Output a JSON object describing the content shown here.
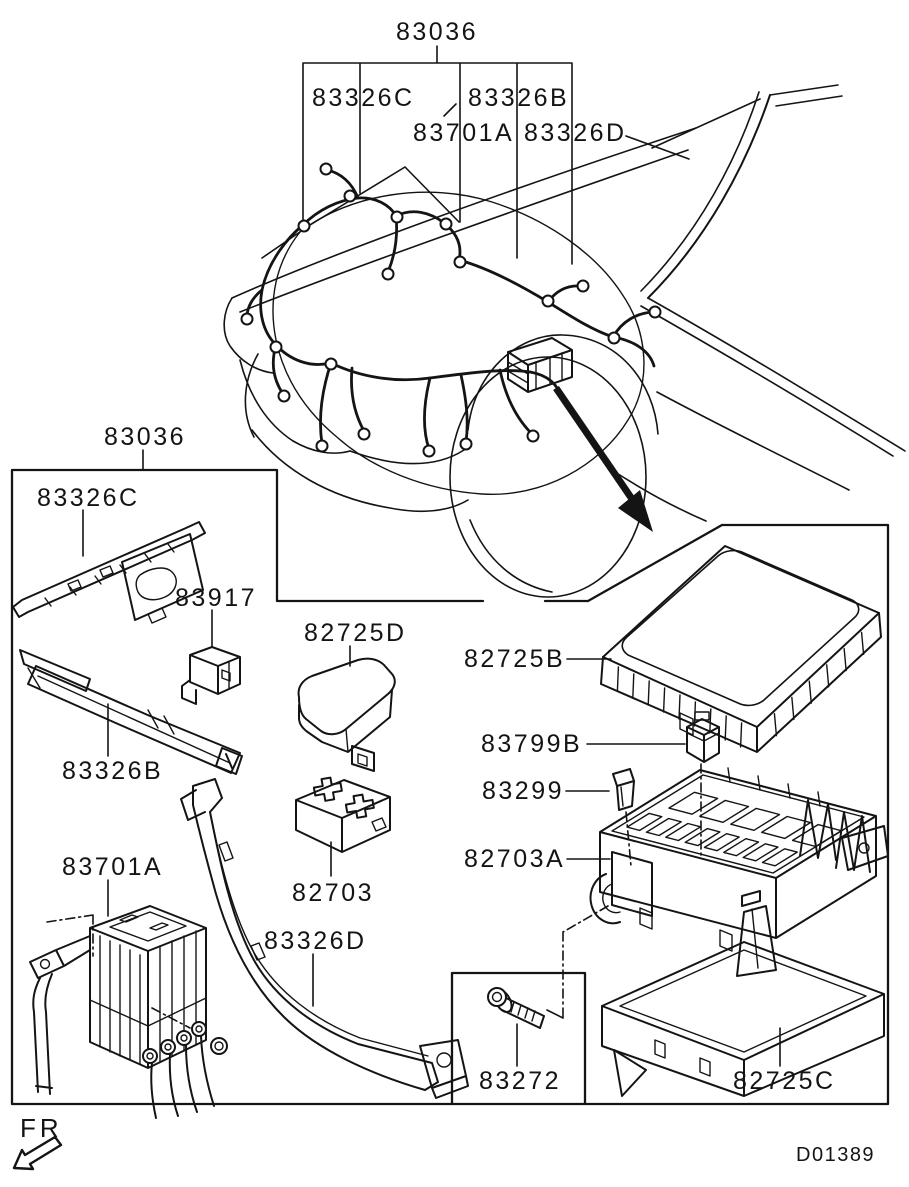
{
  "diagram": {
    "kind": "engine-wiring-and-fusebox-parts-diagram",
    "background_color": "#ffffff",
    "line_color": "#141414",
    "drawing_code": "D01389",
    "direction_indicator": "FR",
    "labels": {
      "harness_group_top": "83036",
      "bracket_83326C": "83326C",
      "bracket_83326B": "83326B",
      "bracket_83701A": "83701A",
      "bracket_83326D": "83326D",
      "inset_83036": "83036",
      "inset_83326C": "83326C",
      "part_83917": "83917",
      "part_82725D": "82725D",
      "part_83326B": "83326B",
      "part_83701A": "83701A",
      "part_82703": "82703",
      "part_83326D": "83326D",
      "part_82725B": "82725B",
      "part_83799B": "83799B",
      "part_83299": "83299",
      "part_82703A": "82703A",
      "part_83272": "83272",
      "part_82725C": "82725C"
    }
  }
}
